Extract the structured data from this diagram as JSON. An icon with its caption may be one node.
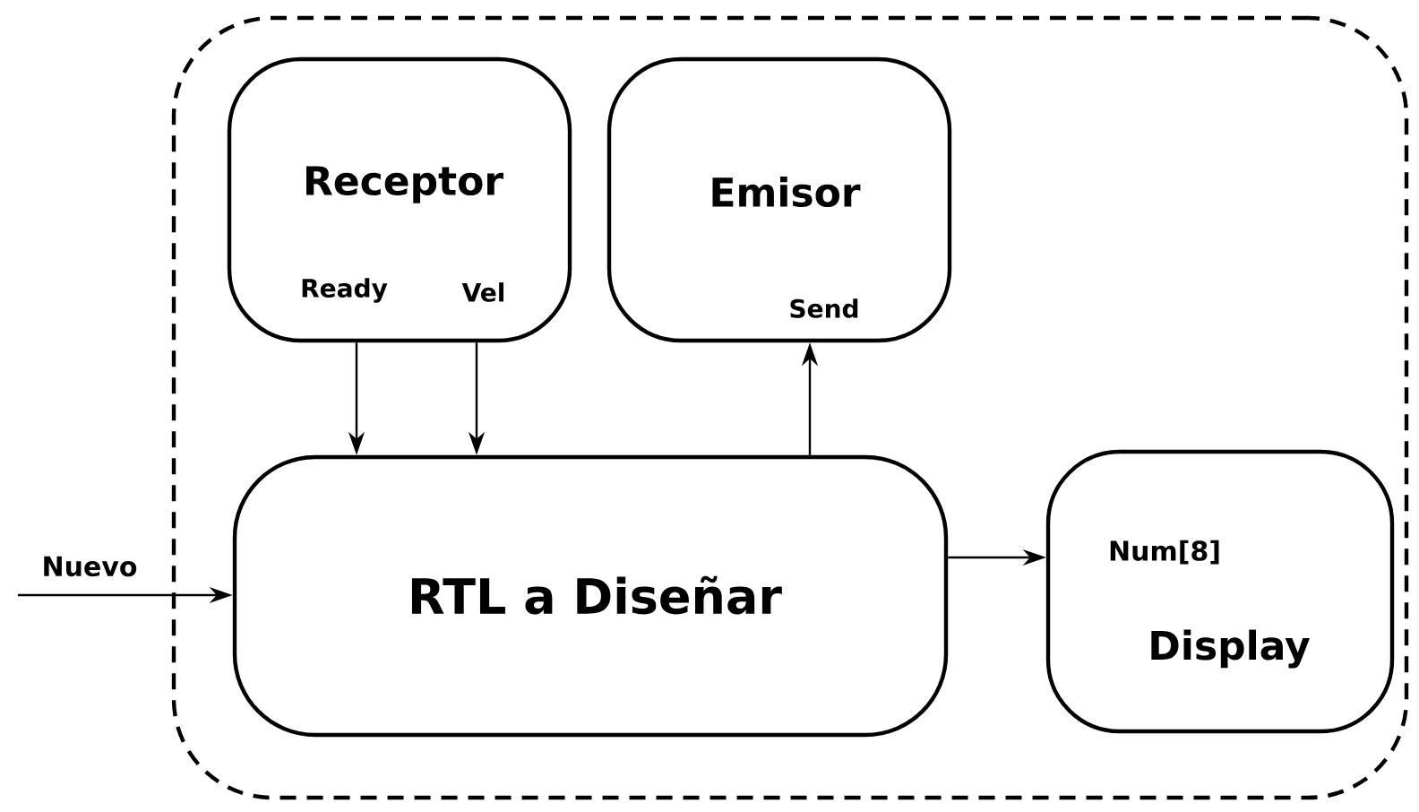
{
  "diagram": {
    "nodes": [
      {
        "text": [],
        "shape": "box"
      },
      {
        "text": [
          "Receptor",
          "Ready",
          "Vel"
        ],
        "in": 0
      },
      {
        "text": [
          "Emisor",
          "Send"
        ],
        "in": 0
      },
      {
        "text": [
          "RTL a Diseñar"
        ],
        "in": 0
      },
      {
        "text": [
          "Num[8]",
          "Display"
        ],
        "in": 0
      }
    ],
    "edges": [
      {
        "from": 1,
        "to": 3,
        "arrow": "to"
      },
      {
        "from": 1,
        "to": 3,
        "arrow": "to"
      },
      {
        "from": 3,
        "to": 2,
        "arrow": "to"
      },
      {
        "from": 3,
        "to": 4,
        "arrow": "to"
      },
      {
        "from": null,
        "to": 3,
        "arrow": "to",
        "label": "Nuevo"
      }
    ]
  }
}
